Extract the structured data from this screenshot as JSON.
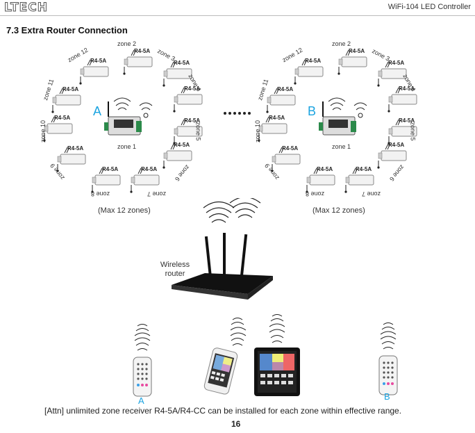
{
  "header": {
    "brand": "LTECH",
    "doc_title": "WiFi-104 LED Controller"
  },
  "section_title": "7.3 Extra Router Connection",
  "groups": [
    {
      "letter": "A",
      "controller_label": "zone 1",
      "max_label": "(Max 12 zones)",
      "zones": [
        "zone 2",
        "zone 3",
        "zone 4",
        "zone 5",
        "zone 6",
        "zone 7",
        "zone 8",
        "zone 9",
        "zone 10",
        "zone 11",
        "zone 12"
      ]
    },
    {
      "letter": "B",
      "controller_label": "zone 1",
      "max_label": "(Max 12 zones)",
      "zones": [
        "zone 2",
        "zone 3",
        "zone 4",
        "zone 5",
        "zone 6",
        "zone 7",
        "zone 8",
        "zone 9",
        "zone 10",
        "zone 11",
        "zone 12"
      ]
    }
  ],
  "receiver_model": "R4-5A",
  "router_label": [
    "Wireless",
    "router"
  ],
  "remote_letters": [
    "A",
    "B"
  ],
  "attn_note": "[Attn] unlimited zone receiver R4-5A/R4-CC can be installed for each zone within effective range.",
  "page_number": "16"
}
